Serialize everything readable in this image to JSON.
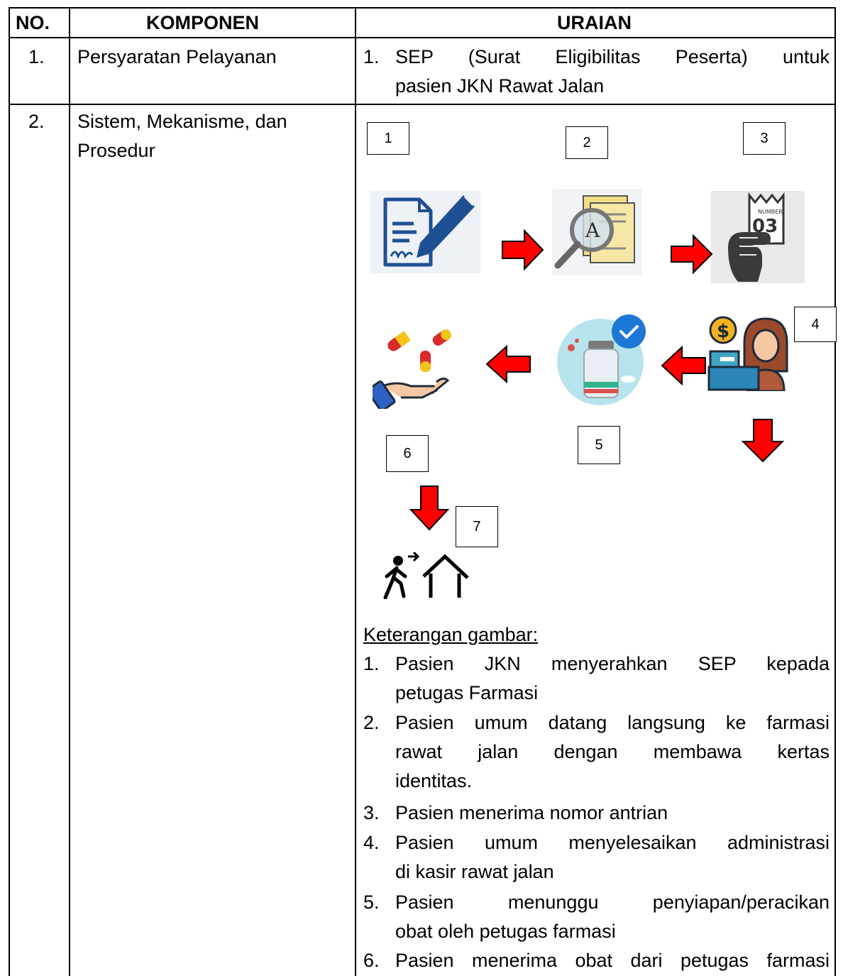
{
  "table": {
    "headers": {
      "no": "NO.",
      "komponen": "KOMPONEN",
      "uraian": "URAIAN"
    },
    "row1": {
      "no": "1.",
      "komponen": "Persyaratan Pelayanan",
      "uraian_num": "1.",
      "uraian_line1": "SEP (Surat Eligibilitas Peserta) untuk",
      "uraian_line2": "pasien JKN Rawat Jalan"
    },
    "row2": {
      "no": "2.",
      "komponen_line1": "Sistem, Mekanisme, dan",
      "komponen_line2": "Prosedur"
    }
  },
  "flow": {
    "steps": [
      "1",
      "2",
      "3",
      "4",
      "5",
      "6",
      "7"
    ],
    "icons": [
      "form-sign-icon",
      "document-search-icon",
      "queue-ticket-icon",
      "cashier-icon",
      "medicine-bottle-icon",
      "pills-in-hand-icon",
      "walk-home-icon"
    ],
    "ticket_number": "03",
    "ticket_header": "NUMBER",
    "arrow_color": "#ff0000"
  },
  "legend": {
    "title": "Keterangan gambar:",
    "items": [
      {
        "num": "1.",
        "line1": "Pasien JKN menyerahkan SEP kepada",
        "line2": "petugas Farmasi"
      },
      {
        "num": "2.",
        "line1": "Pasien umum datang langsung ke farmasi",
        "line2": "rawat jalan dengan membawa kertas",
        "line3": "identitas."
      },
      {
        "num": "3.",
        "line1": "Pasien menerima nomor antrian"
      },
      {
        "num": "4.",
        "line1": "Pasien umum menyelesaikan administrasi",
        "line2": "di kasir rawat jalan"
      },
      {
        "num": "5.",
        "line1": "Pasien menunggu penyiapan/peracikan",
        "line2": "obat oleh petugas farmasi"
      },
      {
        "num": "6.",
        "line1": "Pasien menerima obat dari petugas farmasi"
      }
    ]
  }
}
